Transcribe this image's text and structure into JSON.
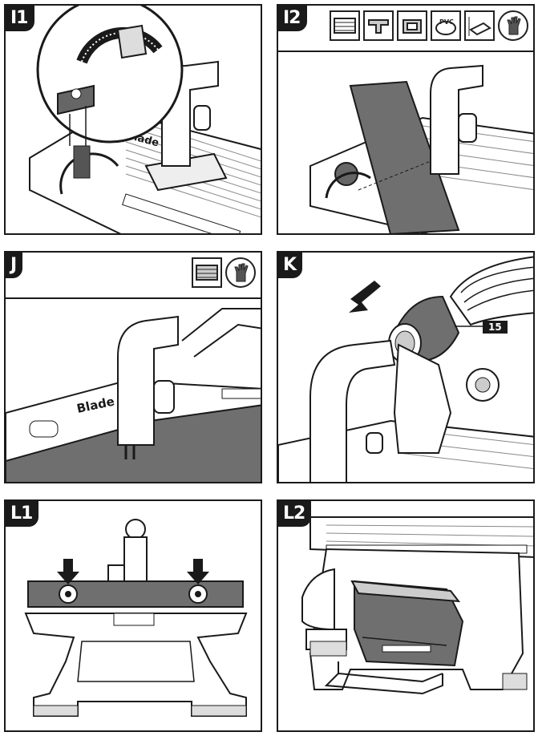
{
  "panels": [
    {
      "tag": "I1"
    },
    {
      "tag": "I2",
      "icons": [
        "wood-icon",
        "profile-icon",
        "channel-icon",
        "pvc-icon",
        "sheet-icon",
        "glove-icon"
      ],
      "pvc_text": "PVC"
    },
    {
      "tag": "J",
      "icons": [
        "wood-icon",
        "glove-icon"
      ]
    },
    {
      "tag": "K",
      "callout": "15"
    },
    {
      "tag": "L1"
    },
    {
      "tag": "L2"
    }
  ],
  "colors": {
    "ink": "#1a1a1a",
    "workpiece": "#6f6f6f",
    "light": "#d9d9d9"
  }
}
